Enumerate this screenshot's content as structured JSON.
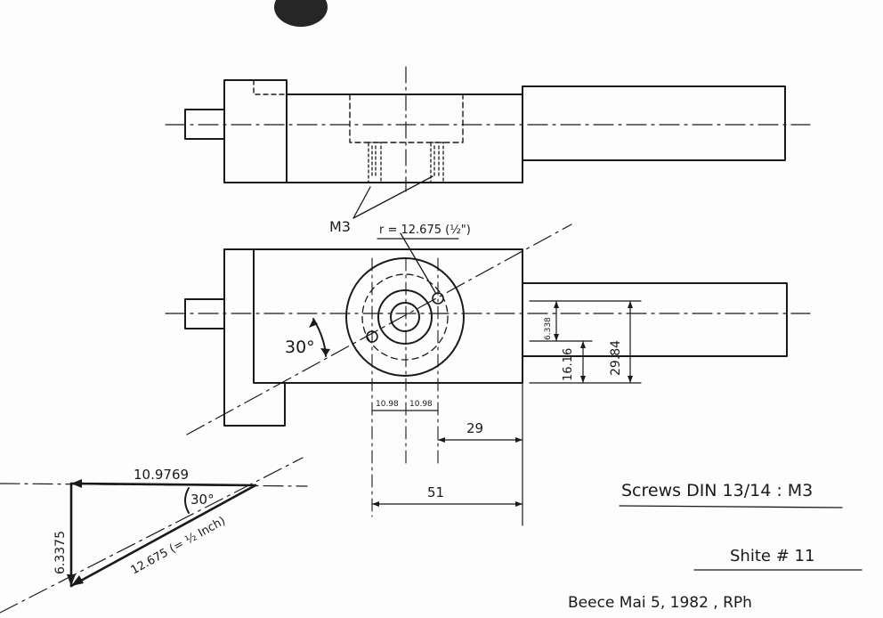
{
  "labels": {
    "m3": "M3",
    "radius": "r = 12.675  (½\")",
    "angle_30": "30°",
    "dim_small_a": "10.98",
    "dim_small_b": "10.98",
    "dim_29": "29",
    "dim_51": "51",
    "dim_6338": "6.338",
    "dim_1616": "16.16",
    "dim_2984": "29.84",
    "tri_top": "10.9769",
    "tri_angle": "30°",
    "tri_left": "6.3375",
    "tri_hyp": "12.675  (= ½ Inch)",
    "screws": "Screws  DIN 13/14 :  M3",
    "sheet": "Shite # 11",
    "signature": "Beece Mai 5, 1982 , RPh"
  },
  "colors": {
    "ink": "#1a1a1a",
    "paper": "#fdfdfd"
  }
}
